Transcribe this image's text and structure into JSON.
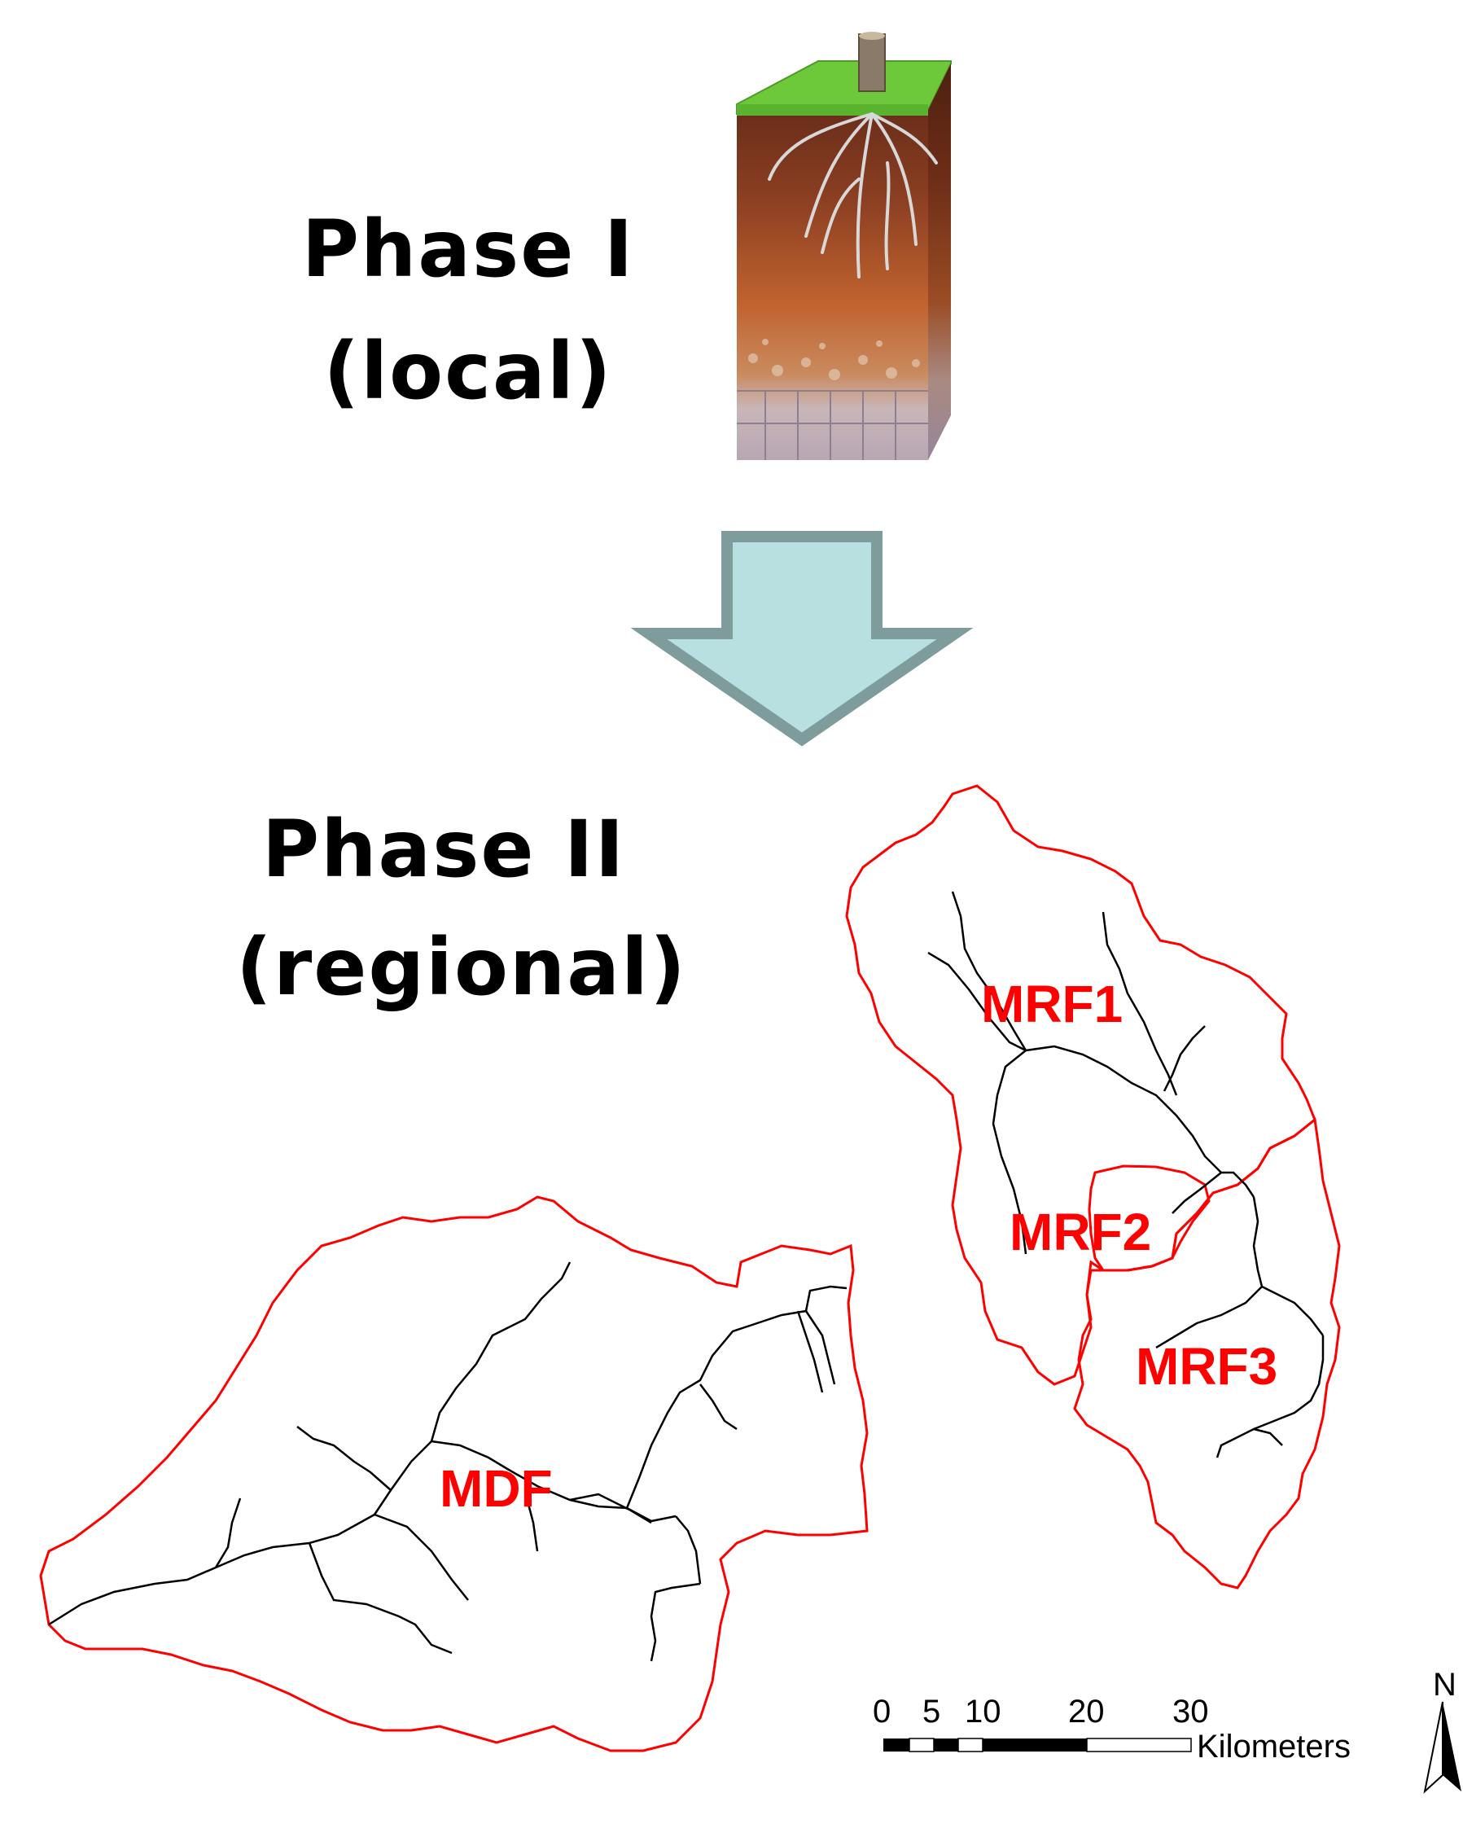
{
  "phase1": {
    "title": "Phase I",
    "subtitle": "(local)"
  },
  "phase2": {
    "title": "Phase II",
    "subtitle": "(regional)"
  },
  "watersheds": [
    {
      "id": "MDF",
      "label": "MDF"
    },
    {
      "id": "MRF1",
      "label": "MRF1"
    },
    {
      "id": "MRF2",
      "label": "MRF2"
    },
    {
      "id": "MRF3",
      "label": "MRF3"
    }
  ],
  "scale_bar": {
    "ticks": [
      "0",
      "5",
      "10",
      "20",
      "30"
    ],
    "unit": "Kilometers"
  },
  "north_arrow": {
    "label": "N"
  },
  "colors": {
    "boundary": "#ff0000",
    "stream": "#000000",
    "arrow_fill": "#b8e0e0",
    "arrow_stroke": "#7f9c9c",
    "grass": "#6dc93a",
    "soil_top": "#7a3a20",
    "soil_mid": "#b8582c",
    "rock": "#c8bcc8"
  }
}
